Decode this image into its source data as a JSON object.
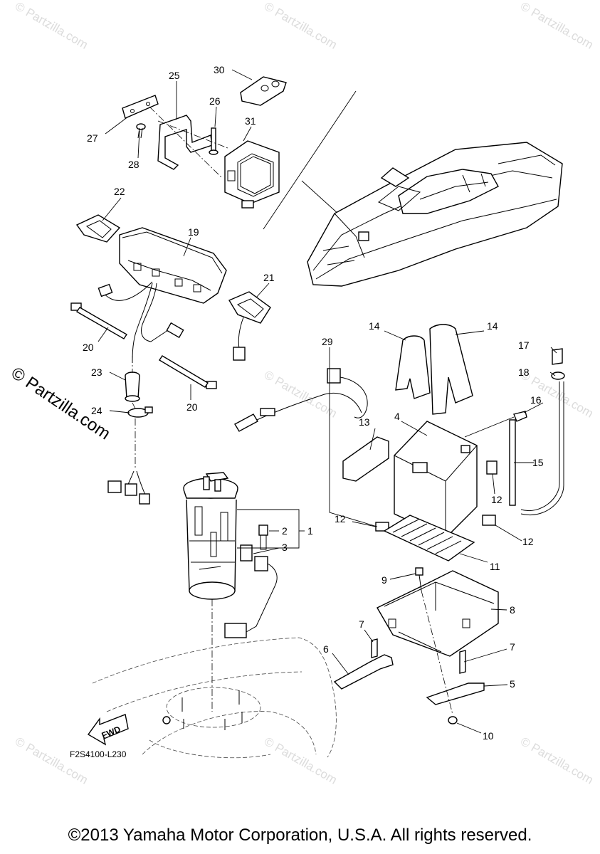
{
  "watermark": "© Partzilla.com",
  "side_watermark": "© Partzilla.com",
  "reference_code": "F2S4100-L230",
  "fwd_label": "FWD",
  "copyright": "©2013 Yamaha Motor Corporation, U.S.A. All rights reserved.",
  "callouts": {
    "c1": "1",
    "c2": "2",
    "c3": "3",
    "c4": "4",
    "c5": "5",
    "c6": "6",
    "c7a": "7",
    "c7b": "7",
    "c8": "8",
    "c9": "9",
    "c10": "10",
    "c11": "11",
    "c12a": "12",
    "c12b": "12",
    "c12c": "12",
    "c13": "13",
    "c14a": "14",
    "c14b": "14",
    "c15": "15",
    "c16": "16",
    "c17": "17",
    "c18": "18",
    "c19": "19",
    "c20a": "20",
    "c20b": "20",
    "c21": "21",
    "c22": "22",
    "c23": "23",
    "c24": "24",
    "c25": "25",
    "c26": "26",
    "c27": "27",
    "c28": "28",
    "c29": "29",
    "c30": "30",
    "c31": "31"
  }
}
